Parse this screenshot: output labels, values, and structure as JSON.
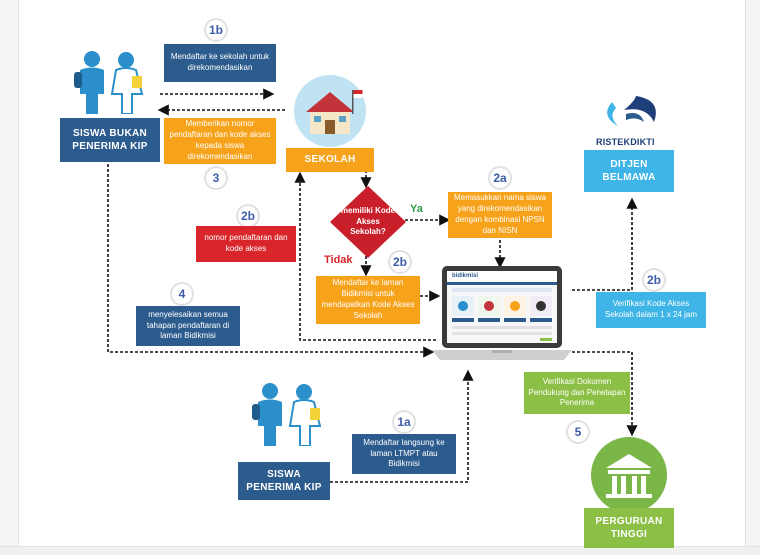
{
  "steps": {
    "s1b": "1b",
    "s3": "3",
    "s2b_left": "2b",
    "s2a": "2a",
    "s2b_mid": "2b",
    "s2b_right": "2b",
    "s4": "4",
    "s1a": "1a",
    "s5": "5"
  },
  "labels": {
    "siswa_bukan": "SISWA BUKAN PENERIMA KIP",
    "siswa_penerima": "SISWA PENERIMA KIP",
    "sekolah": "SEKOLAH",
    "ditjen": "DITJEN BELMAWA",
    "perguruan": "PERGURUAN TINGGI",
    "ristekdikti": "RISTEKDIKTI"
  },
  "boxes": {
    "b1b": "Mendaftar ke sekolah untuk direkomendasikan",
    "b3": "Memberikan nomor pendaftaran dan kode akses kepada siswa direkomendasikan",
    "b2b_red": "nomor pendaftaran dan kode akses",
    "b4": "menyelesaikan semua tahapan pendaftaran di laman Bidikmisi",
    "decision": "memiliki Kode Akses Sekolah?",
    "b2b_mid": "Mendaftar ke laman Bidikmisi untuk mendapatkan Kode Akses Sekolah",
    "b2a": "Memasukkan nama siswa yang direkomendasikan dengan kombinasi NPSN dan NISN",
    "b2b_right": "Verifikasi Kode Akses Sekolah dalam 1 x 24 jam",
    "b1a": "Mendaftar langsung ke laman LTMPT atau Bidikmisi",
    "b5": "Verifikasi Dokumen Pendukung dan Penetapan Penerima"
  },
  "decision_labels": {
    "ya": "Ya",
    "tidak": "Tidak"
  },
  "laptop": {
    "logo": "bidikmisi"
  },
  "colors": {
    "navy": "#2c5b8e",
    "orange": "#f7a21b",
    "red": "#d8262b",
    "sky": "#3fb4e6",
    "green": "#8cbf45",
    "step_number": "#3d5da8"
  }
}
